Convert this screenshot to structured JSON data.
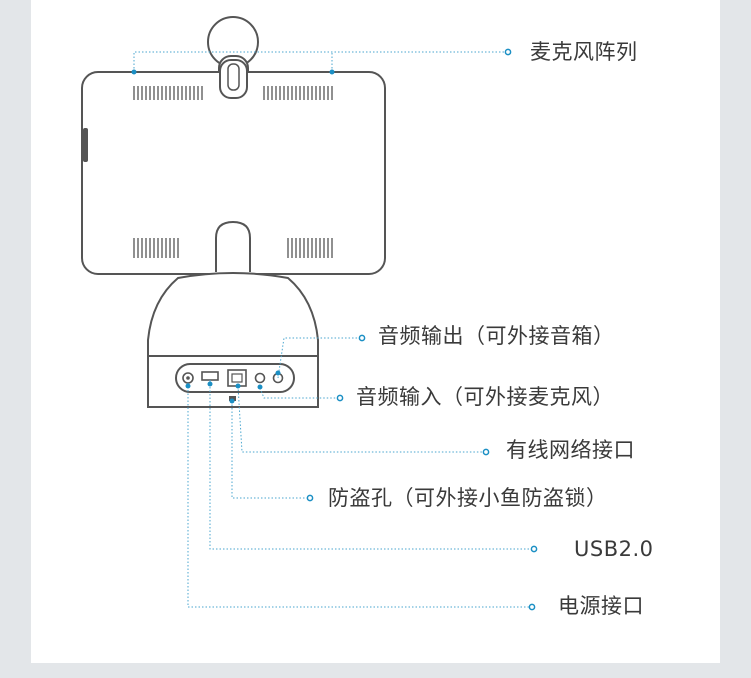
{
  "colors": {
    "background": "#e3e6e9",
    "panel": "#ffffff",
    "outline": "#555555",
    "leader": "#4aa6cf",
    "dot": "#1b8fc4",
    "text": "#3a3a3a"
  },
  "callouts": {
    "mic_array": "麦克风阵列",
    "audio_out": "音频输出（可外接音箱）",
    "audio_in": "音频输入（可外接麦克风）",
    "ethernet": "有线网络接口",
    "lock": "防盗孔（可外接小鱼防盗锁）",
    "usb": "USB2.0",
    "power": "电源接口"
  }
}
